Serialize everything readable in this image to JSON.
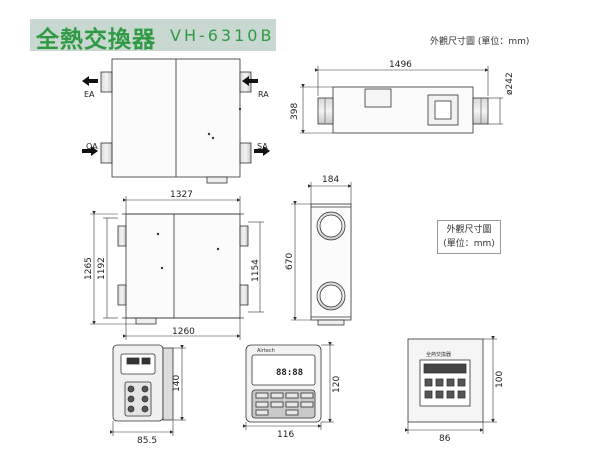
{
  "header": {
    "title": "全熱交換器",
    "model": "VH-6310B"
  },
  "labels": {
    "unit_note_top": "外觀尺寸圖 (單位：mm)",
    "unit_box_line1": "外觀尺寸圖",
    "unit_box_line2": "(單位：mm)"
  },
  "ports": {
    "ea": "EA",
    "ra": "RA",
    "oa": "OA",
    "sa": "SA"
  },
  "dimensions": {
    "side_length": "1496",
    "duct_diameter": "ø242",
    "side_height": "398",
    "end_width": "184",
    "end_height": "670",
    "plan_width_outer": "1327",
    "plan_width_inner": "1260",
    "plan_depth_outer": "1265",
    "plan_depth_mid": "1192",
    "plan_depth_inner": "1154",
    "ctrl1_width": "85.5",
    "ctrl1_height": "140",
    "ctrl2_width": "116",
    "ctrl2_height": "120",
    "ctrl3_width": "86",
    "ctrl3_height": "100"
  },
  "controllers": {
    "ctrl2_display": "88:88",
    "ctrl2_brand": "Airtech",
    "ctrl3_brand": "全熱交換器"
  }
}
